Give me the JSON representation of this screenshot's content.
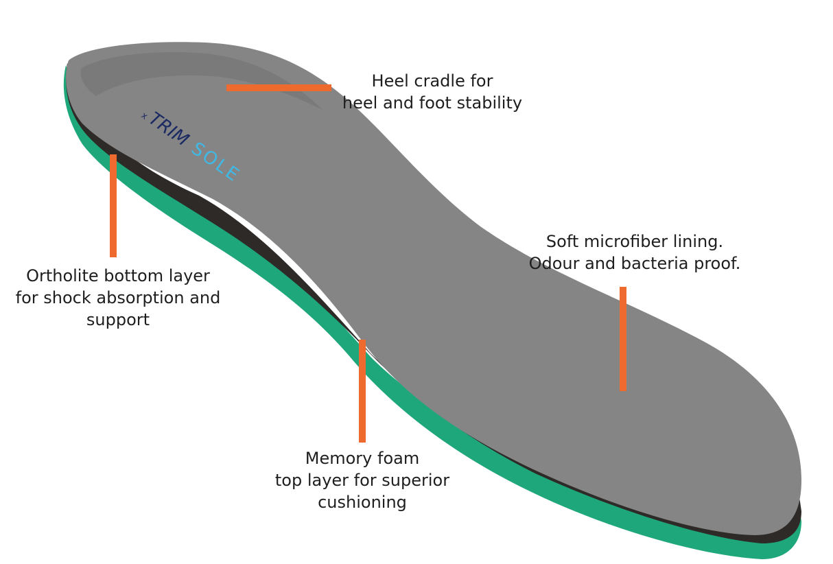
{
  "product": {
    "brand_logo": "xTRIMSOLE",
    "colors": {
      "callout_line": "#ef6a2e",
      "top_layer": "#858585",
      "bottom_layer": "#1fa77c",
      "middle_layer": "#2e2a27",
      "logo_dark": "#1c2a63",
      "logo_light": "#3fb9e6"
    }
  },
  "callouts": [
    {
      "lines": [
        "Heel cradle for",
        "heel and foot stability"
      ]
    },
    {
      "lines": [
        "Ortholite bottom layer",
        "for shock absorption and",
        "support"
      ]
    },
    {
      "lines": [
        "Soft microfiber lining.",
        "Odour and bacteria proof."
      ]
    },
    {
      "lines": [
        "Memory foam",
        "top layer for superior",
        "cushioning"
      ]
    }
  ]
}
